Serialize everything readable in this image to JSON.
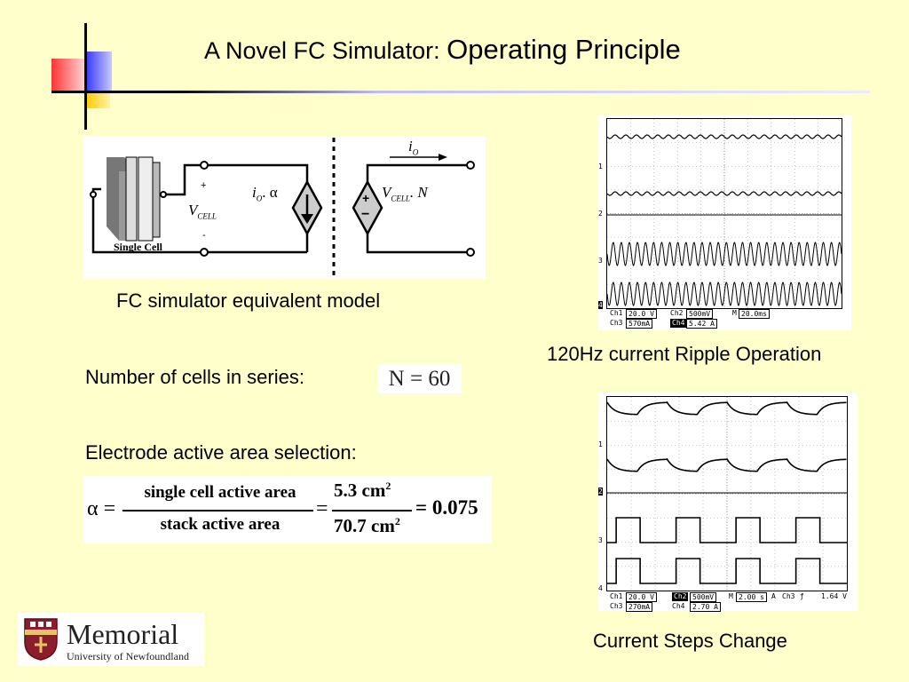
{
  "title": {
    "part1": "A Novel FC Simulator: ",
    "part2": "Operating Principle"
  },
  "circuit": {
    "single_cell_label": "Single Cell",
    "plus": "+",
    "minus": "-",
    "vcell": "V",
    "vcell_sub": "CELL",
    "io_alpha": "i",
    "io_sub": "O",
    "alpha_dot": ". α",
    "vcell_n": ". N",
    "io_top": "i",
    "io_top_sub": "O",
    "src_plus": "+",
    "src_minus": "−"
  },
  "captions": {
    "model": "FC simulator equivalent model",
    "ripple": "120Hz current Ripple Operation",
    "steps": "Current Steps Change"
  },
  "cells": {
    "label": "Number of cells in series:",
    "formula": "N = 60"
  },
  "area": {
    "label": "Electrode active area selection:",
    "alpha": "α =",
    "num": "single cell active area",
    "den": "stack active area",
    "eq": "=",
    "num2": "5.3 cm",
    "den2": "70.7 cm",
    "sq": "2",
    "result": "= 0.075"
  },
  "scope1": {
    "ch_markers": [
      "1",
      "2",
      "3",
      "4"
    ],
    "row1": {
      "ch1": "Ch1",
      "ch1v": "20.0 V",
      "ch2": "Ch2",
      "ch2v": "500mV",
      "m": "M",
      "mv": "20.0ms"
    },
    "row2": {
      "ch3": "Ch3",
      "ch3v": "570mA",
      "ch4": "Ch4",
      "ch4v": "5.42 A"
    }
  },
  "scope2": {
    "ch_markers": [
      "1",
      "2",
      "3",
      "4"
    ],
    "row1": {
      "ch1": "Ch1",
      "ch1v": "20.0 V",
      "ch2": "Ch2",
      "ch2v": "500mV",
      "m": "M",
      "mv": "2.00 s",
      "a": "A",
      "ch3": "Ch3",
      "trig": "ƒ",
      "tv": "1.64 V"
    },
    "row2": {
      "ch3": "Ch3",
      "ch3v": "270mA",
      "ch4": "Ch4",
      "ch4v": "2.70 A"
    }
  },
  "logo": {
    "name": "Memorial",
    "sub": "University of Newfoundland"
  }
}
